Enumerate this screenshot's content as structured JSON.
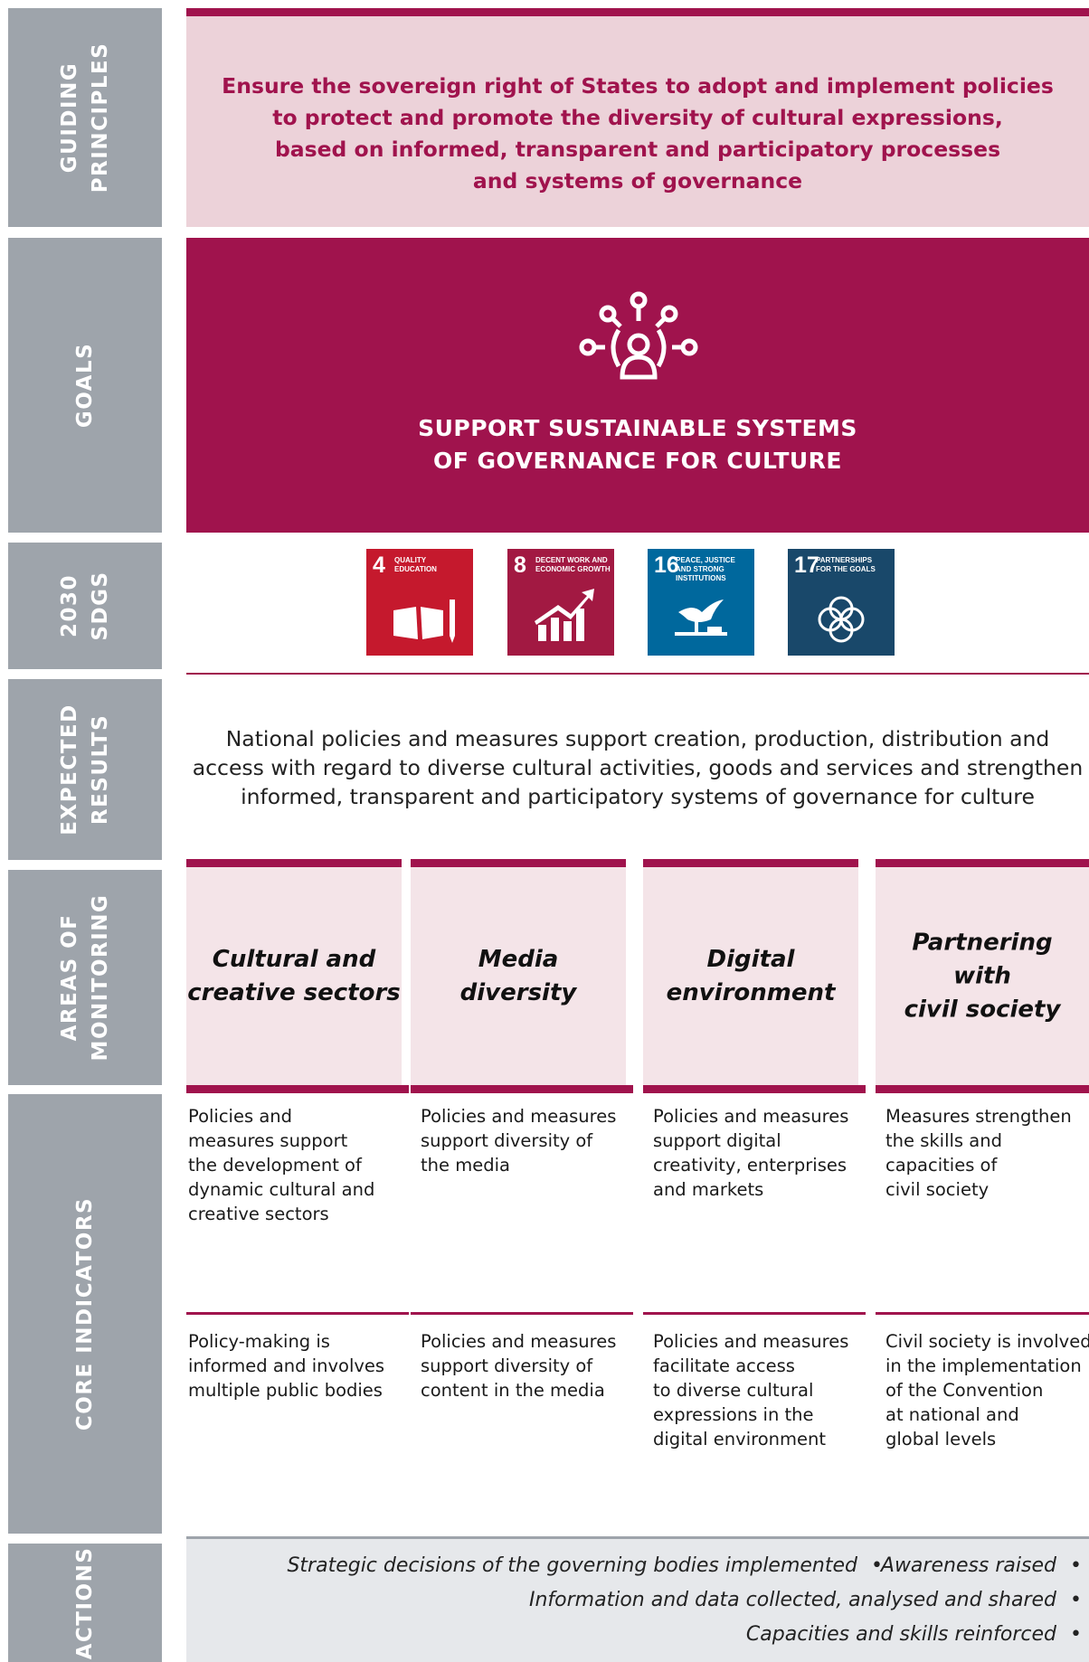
{
  "labels": {
    "guiding": "Guiding\nprinciples",
    "goals": "Goals",
    "sdgs": "2030\nSDGs",
    "expected": "Expected\nresults",
    "areas": "Areas of\nmonitoring",
    "core": "Core indicators",
    "actions": "Actions"
  },
  "guiding_principles": "Ensure the sovereign right of States to adopt and implement policies\nto protect and promote the diversity of cultural expressions,\nbased on informed, transparent and participatory processes\nand systems of governance",
  "goal": "SUPPORT SUSTAINABLE SYSTEMS\nOF GOVERNANCE FOR CULTURE",
  "goal_icon": "people-network-icon",
  "sdgs": [
    {
      "num": "4",
      "title": "QUALITY\nEDUCATION",
      "color": "#c5192d",
      "icon": "book-pencil-icon"
    },
    {
      "num": "8",
      "title": "DECENT WORK AND\nECONOMIC GROWTH",
      "color": "#a21942",
      "icon": "growth-chart-icon"
    },
    {
      "num": "16",
      "title": "PEACE, JUSTICE\nAND STRONG\nINSTITUTIONS",
      "color": "#00689d",
      "icon": "dove-gavel-icon"
    },
    {
      "num": "17",
      "title": "PARTNERSHIPS\nFOR THE GOALS",
      "color": "#19486a",
      "icon": "interlocking-rings-icon"
    }
  ],
  "expected_results": "National policies and measures support creation, production, distribution and\naccess with regard to diverse cultural activities, goods and services and strengthen\ninformed, transparent and participatory systems of governance for culture",
  "areas": [
    {
      "title": "Cultural and\ncreative sectors",
      "indicator1": "Policies and\nmeasures support\nthe development of\ndynamic cultural and\ncreative sectors",
      "indicator2": "Policy-making is\ninformed and involves\nmultiple public bodies"
    },
    {
      "title": "Media\ndiversity",
      "indicator1": "Policies and measures\nsupport diversity of\nthe media",
      "indicator2": "Policies and measures\nsupport diversity of\ncontent in the media"
    },
    {
      "title": "Digital\nenvironment",
      "indicator1": "Policies and measures\nsupport digital\ncreativity, enterprises\nand markets",
      "indicator2": "Policies and measures\nfacilitate access\nto diverse cultural\nexpressions in the\ndigital environment"
    },
    {
      "title": "Partnering\nwith\ncivil society",
      "indicator1": "Measures strengthen\nthe skills and\ncapacities of\ncivil society",
      "indicator2": "Civil society is involved\nin the implementation\nof the Convention\nat national and\nglobal levels"
    }
  ],
  "actions": {
    "a1": "Strategic decisions of the governing bodies implemented",
    "a2": "Awareness raised",
    "a3": "Information and data collected, analysed and shared",
    "a4": "Capacities and skills reinforced",
    "bullet": "•"
  },
  "colors": {
    "crimson": "#a0134d",
    "pink_light": "#ecd2d9",
    "gray_label": "#9ea4ab"
  }
}
